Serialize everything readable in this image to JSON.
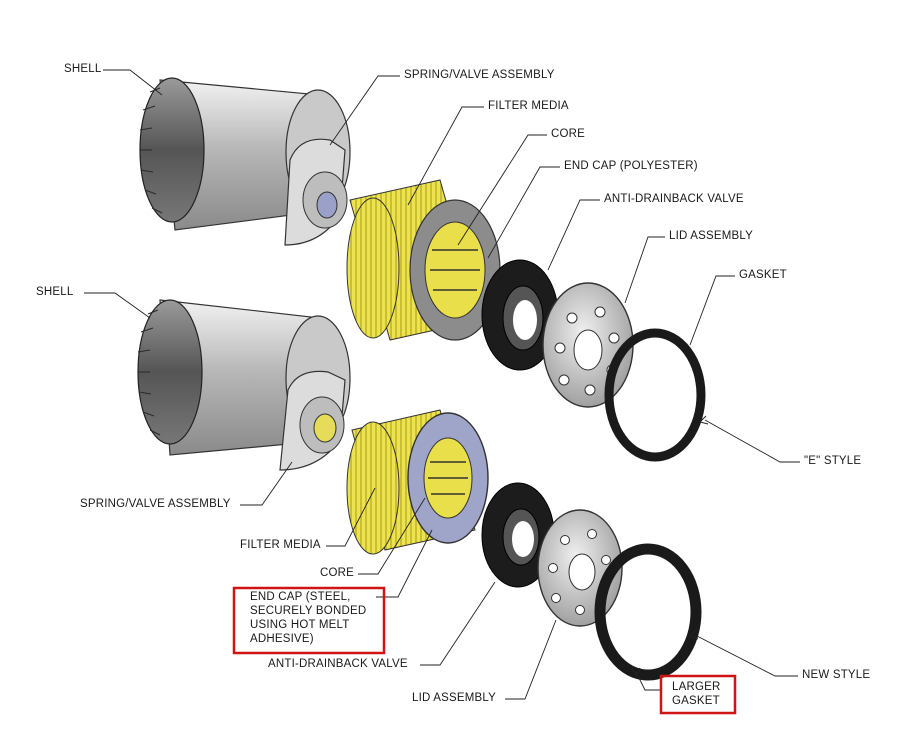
{
  "diagram": {
    "top_assembly": {
      "shell": "SHELL",
      "spring_valve": "SPRING/VALVE ASSEMBLY",
      "filter_media": "FILTER MEDIA",
      "core": "CORE",
      "end_cap": "END CAP (POLYESTER)",
      "anti_drainback": "ANTI-DRAINBACK VALVE",
      "lid_assembly": "LID ASSEMBLY",
      "gasket": "GASKET",
      "style": "\"E\" STYLE"
    },
    "bottom_assembly": {
      "shell": "SHELL",
      "spring_valve": "SPRING/VALVE ASSEMBLY",
      "filter_media": "FILTER MEDIA",
      "core": "CORE",
      "end_cap": "END CAP (STEEL,\nSECURELY BONDED\nUSING HOT MELT\nADHESIVE)",
      "anti_drainback": "ANTI-DRAINBACK VALVE",
      "lid_assembly": "LID ASSEMBLY",
      "gasket": "LARGER\nGASKET",
      "style": "NEW STYLE"
    },
    "colors": {
      "highlight": "#d01414",
      "media_yellow": "#e9e04a",
      "metal_light": "#d6d6d6",
      "metal_dark": "#6a6a6a",
      "rubber": "#1c1c1c",
      "leader": "#222222"
    }
  }
}
